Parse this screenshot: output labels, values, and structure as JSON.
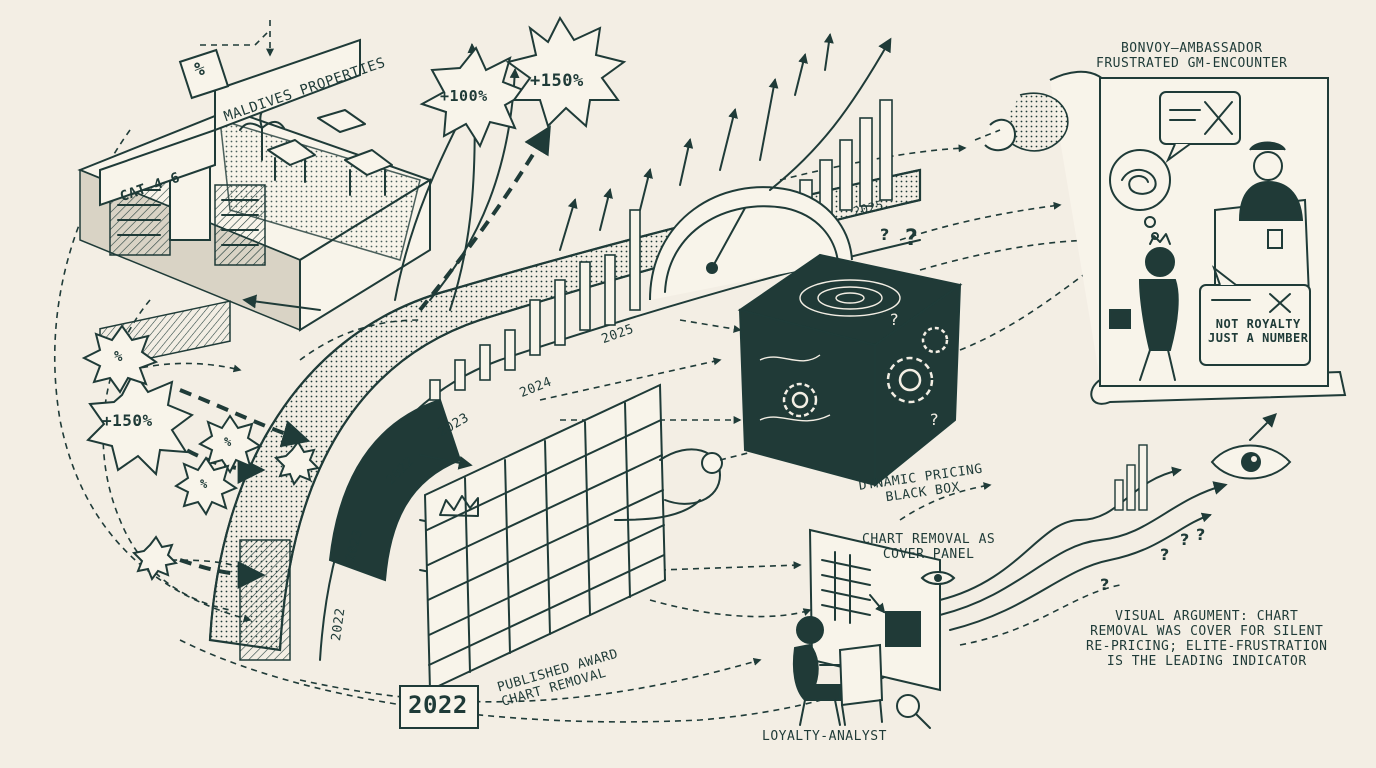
{
  "labels": {
    "maldives": "MALDIVES PROPERTIES",
    "cat": "CAT 4–6",
    "pct_top": "%",
    "burst_100": "+100%",
    "burst_150_top": "+150%",
    "burst_150_left": "+150%",
    "pct_left_1": "%",
    "pct_left_2": "%",
    "pct_left_3": "%",
    "year_2025_top": "2025",
    "year_2025": "2025",
    "year_2024": "2024",
    "year_2023_a": "2023",
    "year_2022_a": "2022",
    "year_2023_b": "2023",
    "year_2022_b": "2022",
    "year_2022_tag": "2022",
    "black_box": "DYNAMIC PRICING\nBLACK BOX",
    "award_chart": "PUBLISHED AWARD\nCHART REMOVAL",
    "cover_panel": "CHART REMOVAL AS\nCOVER PANEL",
    "analyst": "LOYALTY-ANALYST",
    "scroll_title": "BONVOY–AMBASSADOR\nFRUSTRATED GM-ENCOUNTER",
    "not_royalty": "NOT ROYALTY\nJUST A NUMBER",
    "visual_argument": "VISUAL ARGUMENT: CHART\nREMOVAL WAS COVER FOR SILENT\nRE-PRICING; ELITE-FRUSTRATION\nIS THE LEADING INDICATOR"
  },
  "icons": [
    "eye-icon",
    "magnifier-icon",
    "gear-icon",
    "crown-icon",
    "percent-icon",
    "speedometer-icon"
  ],
  "colors": {
    "ink": "#1f3b38",
    "paper": "#f3eee4"
  }
}
